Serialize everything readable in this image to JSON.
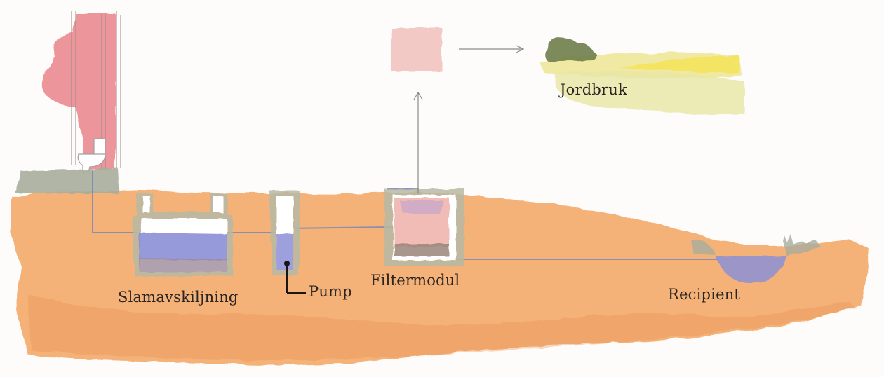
{
  "labels": {
    "sludge_separator": "Slamavskiljning",
    "pump": "Pump",
    "filter_module": "Filtermodul",
    "recipient": "Recipient",
    "agriculture": "Jordbruk"
  },
  "colors": {
    "soil": "#f2a866",
    "water": "#8c8fd6",
    "house": "#e9828a",
    "pipe": "#7b86b6",
    "filter_fill": "#f0b4ae",
    "field_yellow": "#eee79a",
    "tree": "#6f7e4a"
  }
}
